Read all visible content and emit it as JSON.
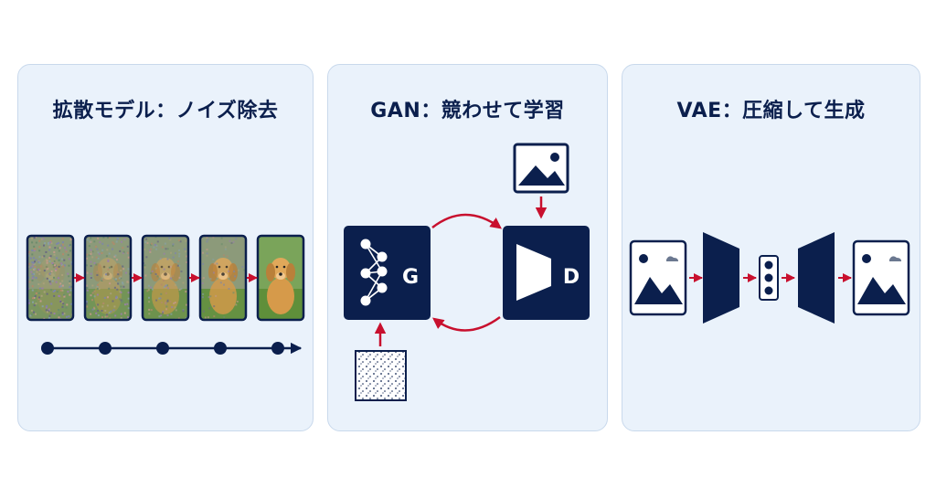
{
  "panels": [
    {
      "title": "拡散モデル：ノイズ除去"
    },
    {
      "title": "GAN：競わせて学習",
      "generator_label": "G",
      "discriminator_label": "D"
    },
    {
      "title": "VAE：圧縮して生成"
    }
  ],
  "colors": {
    "navy": "#0b1f4d",
    "arrow_red": "#c8102e",
    "panel_bg": "#eaf2fb",
    "grass": "#5f8f3a",
    "dog": "#d69a4a"
  },
  "icons": {
    "noise": "noise-image-icon",
    "image": "landscape-image-icon",
    "network": "neural-network-icon",
    "discriminator": "discriminator-icon",
    "encoder": "encoder-trapezoid-icon",
    "decoder": "decoder-trapezoid-icon",
    "latent": "latent-vector-icon"
  }
}
